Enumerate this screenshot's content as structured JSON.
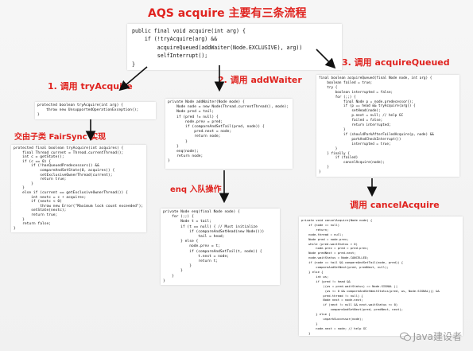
{
  "title": "AQS acquire 主要有三条流程",
  "labels": {
    "try_acquire": "1. 调用 tryAcquire",
    "add_waiter": "2. 调用 addWaiter",
    "acquire_queued": "3. 调用 acquireQueued",
    "fair_sync": "交由子类 FairSync 实现",
    "enq": "enq 入队操作",
    "cancel_acquire": "调用 cancelAcquire"
  },
  "code_blocks": {
    "acquire": [
      "public final void acquire(int arg) {",
      "    if (!tryAcquire(arg) &&",
      "        acquireQueued(addWaiter(Node.EXCLUSIVE), arg))",
      "        selfInterrupt();",
      "}"
    ],
    "try_acquire_abstract": [
      "protected boolean tryAcquire(int arg) {",
      "    throw new UnsupportedOperationException();",
      "}"
    ],
    "fair_try_acquire": [
      "protected final boolean tryAcquire(int acquires) {",
      "    final Thread current = Thread.currentThread();",
      "    int c = getState();",
      "    if (c == 0) {",
      "        if (!hasQueuedPredecessors() &&",
      "            compareAndSetState(0, acquires)) {",
      "            setExclusiveOwnerThread(current);",
      "            return true;",
      "        }",
      "    }",
      "    else if (current == getExclusiveOwnerThread()) {",
      "        int nextc = c + acquires;",
      "        if (nextc < 0)",
      "            throw new Error(\"Maximum lock count exceeded\");",
      "        setState(nextc);",
      "        return true;",
      "    }",
      "    return false;",
      "}"
    ],
    "add_waiter": [
      "private Node addWaiter(Node mode) {",
      "    Node node = new Node(Thread.currentThread(), mode);",
      "    Node pred = tail;",
      "    if (pred != null) {",
      "        node.prev = pred;",
      "        if (compareAndSetTail(pred, node)) {",
      "            pred.next = node;",
      "            return node;",
      "        }",
      "    }",
      "    enq(node);",
      "    return node;",
      "}"
    ],
    "enq": [
      "private Node enq(final Node node) {",
      "    for (;;) {",
      "        Node t = tail;",
      "        if (t == null) { // Must initialize",
      "            if (compareAndSetHead(new Node()))",
      "                tail = head;",
      "        } else {",
      "            node.prev = t;",
      "            if (compareAndSetTail(t, node)) {",
      "                t.next = node;",
      "                return t;",
      "            }",
      "        }",
      "    }",
      "}"
    ],
    "acquire_queued": [
      "final boolean acquireQueued(final Node node, int arg) {",
      "    boolean failed = true;",
      "    try {",
      "        boolean interrupted = false;",
      "        for (;;) {",
      "            final Node p = node.predecessor();",
      "            if (p == head && tryAcquire(arg)) {",
      "                setHead(node);",
      "                p.next = null; // help GC",
      "                failed = false;",
      "                return interrupted;",
      "            }",
      "            if (shouldParkAfterFailedAcquire(p, node) &&",
      "                parkAndCheckInterrupt())",
      "                interrupted = true;",
      "        }",
      "    } finally {",
      "        if (failed)",
      "            cancelAcquire(node);",
      "    }",
      "}"
    ],
    "cancel_acquire": [
      "private void cancelAcquire(Node node) {",
      "    if (node == null)",
      "        return;",
      "    node.thread = null;",
      "    Node pred = node.prev;",
      "    while (pred.waitStatus > 0)",
      "        node.prev = pred = pred.prev;",
      "    Node predNext = pred.next;",
      "    node.waitStatus = Node.CANCELLED;",
      "    if (node == tail && compareAndSetTail(node, pred)) {",
      "        compareAndSetNext(pred, predNext, null);",
      "    } else {",
      "        int ws;",
      "        if (pred != head &&",
      "            ((ws = pred.waitStatus) == Node.SIGNAL ||",
      "             (ws <= 0 && compareAndSetWaitStatus(pred, ws, Node.SIGNAL))) &&",
      "            pred.thread != null) {",
      "            Node next = node.next;",
      "            if (next != null && next.waitStatus <= 0)",
      "                compareAndSetNext(pred, predNext, next);",
      "        } else {",
      "            unparkSuccessor(node);",
      "        }",
      "        node.next = node; // help GC",
      "    }",
      "}"
    ]
  },
  "watermark": "Java建设者",
  "colors": {
    "accent": "#e0231f",
    "arrow": "#111111"
  }
}
